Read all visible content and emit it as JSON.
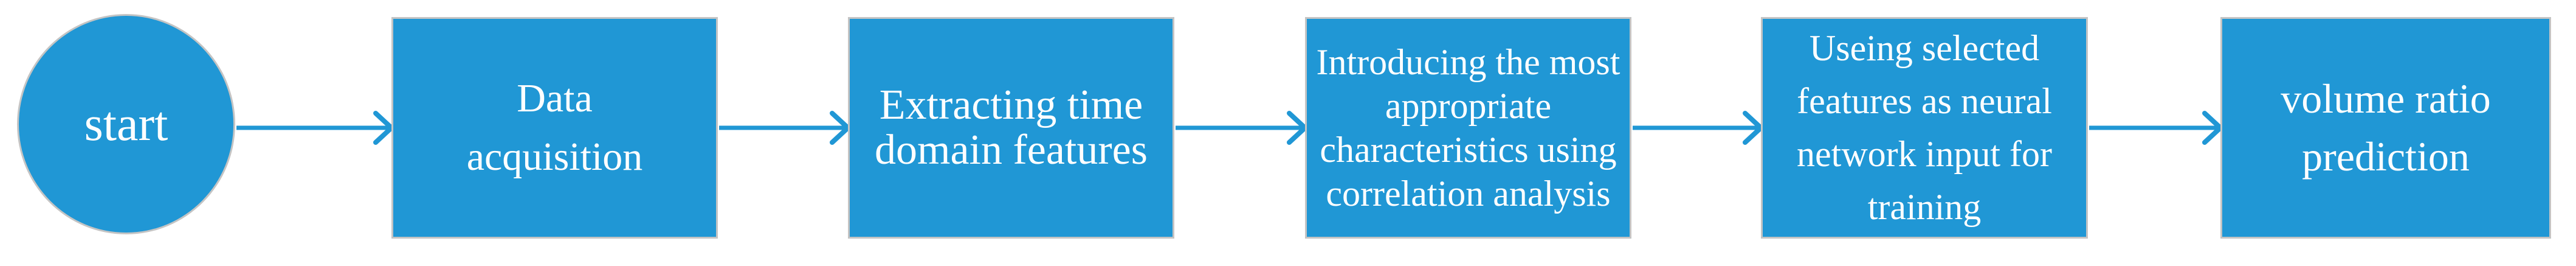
{
  "theme": {
    "accent": "#2097D5",
    "border": "#C4C4C4",
    "text": "#FFFFFF",
    "background": "#FFFFFF"
  },
  "diagram": {
    "type": "flowchart",
    "direction": "left-to-right",
    "nodes": [
      {
        "id": "start",
        "shape": "circle",
        "label": "start"
      },
      {
        "id": "data-acquisition",
        "shape": "rect",
        "label": "Data\nacquisition"
      },
      {
        "id": "time-domain-features",
        "shape": "rect",
        "label": "Extracting time\ndomain features"
      },
      {
        "id": "correlation-analysis",
        "shape": "rect",
        "label": "Introducing the most\nappropriate\ncharacteristics using\ncorrelation analysis"
      },
      {
        "id": "neural-network-training",
        "shape": "rect",
        "label": "Useing selected\nfeatures as neural\nnetwork input for\ntraining"
      },
      {
        "id": "volume-ratio-prediction",
        "shape": "rect",
        "label": "volume ratio\nprediction"
      }
    ],
    "connectors": [
      {
        "from": "start",
        "to": "data-acquisition",
        "style": "arrow-right"
      },
      {
        "from": "data-acquisition",
        "to": "time-domain-features",
        "style": "arrow-right"
      },
      {
        "from": "time-domain-features",
        "to": "correlation-analysis",
        "style": "arrow-right"
      },
      {
        "from": "correlation-analysis",
        "to": "neural-network-training",
        "style": "arrow-right"
      },
      {
        "from": "neural-network-training",
        "to": "volume-ratio-prediction",
        "style": "arrow-right"
      }
    ]
  }
}
